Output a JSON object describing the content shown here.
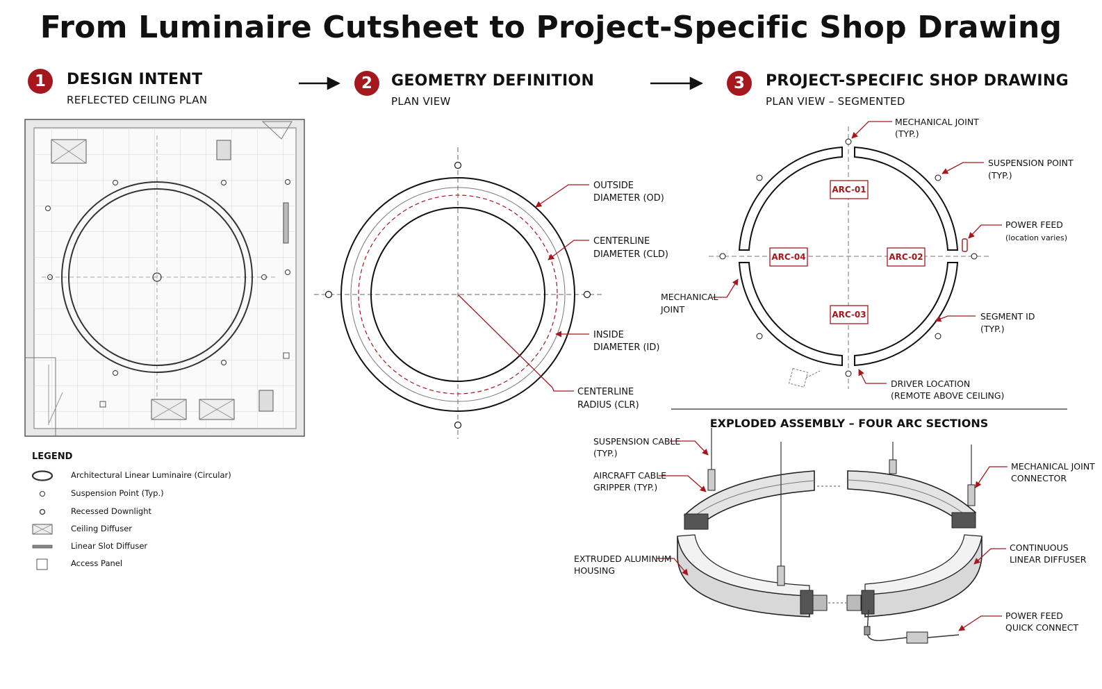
{
  "title": "From Luminaire Cutsheet to Project-Specific Shop Drawing",
  "colors": {
    "accent": "#a3171d",
    "ink": "#1a1a1a",
    "grid": "#cfcfcf"
  },
  "steps": [
    {
      "number": "1",
      "title": "DESIGN INTENT",
      "subtitle": "REFLECTED CEILING PLAN"
    },
    {
      "number": "2",
      "title": "GEOMETRY DEFINITION",
      "subtitle": "PLAN VIEW"
    },
    {
      "number": "3",
      "title": "PROJECT-SPECIFIC SHOP DRAWING",
      "subtitle": "PLAN VIEW – SEGMENTED"
    }
  ],
  "legend": {
    "heading": "LEGEND",
    "items": [
      {
        "icon": "ring-luminaire-icon",
        "label": "Architectural Linear Luminaire (Circular)"
      },
      {
        "icon": "suspension-point-icon",
        "label": "Suspension Point (Typ.)"
      },
      {
        "icon": "downlight-icon",
        "label": "Recessed Downlight"
      },
      {
        "icon": "ceiling-diffuser-icon",
        "label": "Ceiling Diffuser"
      },
      {
        "icon": "slot-diffuser-icon",
        "label": "Linear Slot Diffuser"
      },
      {
        "icon": "access-panel-icon",
        "label": "Access Panel"
      }
    ]
  },
  "geometry": {
    "od": [
      "OUTSIDE",
      "DIAMETER (OD)"
    ],
    "cld": [
      "CENTERLINE",
      "DIAMETER (CLD)"
    ],
    "id": [
      "INSIDE",
      "DIAMETER (ID)"
    ],
    "clr": [
      "CENTERLINE",
      "RADIUS (CLR)"
    ]
  },
  "shop": {
    "segments": [
      "ARC-01",
      "ARC-02",
      "ARC-03",
      "ARC-04"
    ],
    "mech_joint_typ": [
      "MECHANICAL JOINT",
      "(TYP.)"
    ],
    "suspension_typ": [
      "SUSPENSION POINT",
      "(TYP.)"
    ],
    "power_feed": [
      "POWER FEED",
      "(location varies)"
    ],
    "mech_joint": [
      "MECHANICAL",
      "JOINT"
    ],
    "segment_id": [
      "SEGMENT ID",
      "(TYP.)"
    ],
    "driver": [
      "DRIVER LOCATION",
      "(REMOTE ABOVE CEILING)"
    ]
  },
  "exploded": {
    "heading": "EXPLODED ASSEMBLY – FOUR ARC SECTIONS",
    "suspension_cable": [
      "SUSPENSION CABLE",
      "(TYP.)"
    ],
    "gripper": [
      "AIRCRAFT CABLE",
      "GRIPPER (TYP.)"
    ],
    "housing": [
      "EXTRUDED ALUMINUM",
      "HOUSING"
    ],
    "joint_connector": [
      "MECHANICAL JOINT",
      "CONNECTOR"
    ],
    "diffuser": [
      "CONTINUOUS",
      "LINEAR DIFFUSER"
    ],
    "quick_connect": [
      "POWER FEED",
      "QUICK CONNECT"
    ]
  }
}
